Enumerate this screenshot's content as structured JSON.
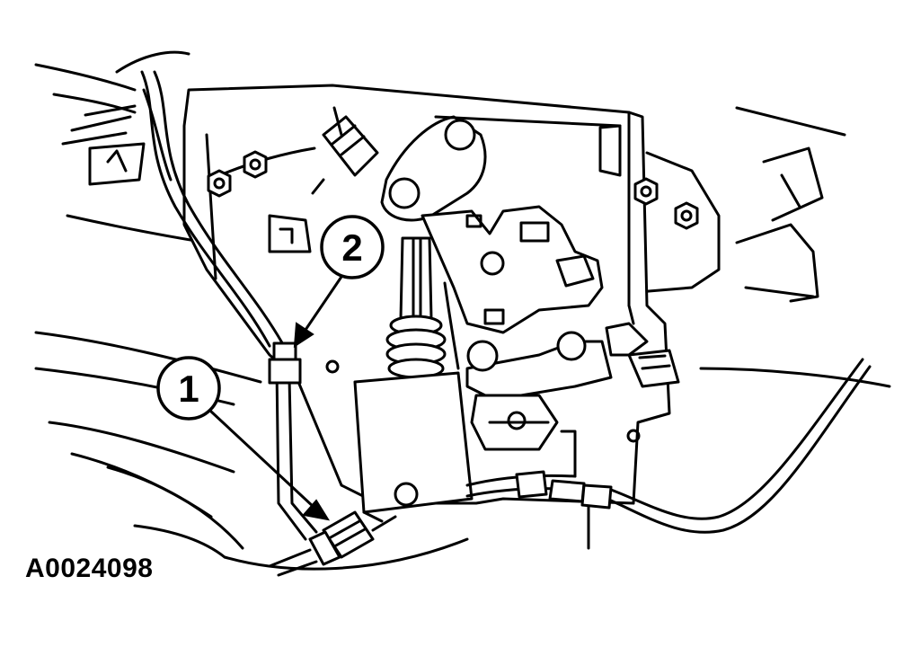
{
  "figure_id": "A0024098",
  "callouts": [
    {
      "number": "1"
    },
    {
      "number": "2"
    }
  ],
  "colors": {
    "ink": "#000000",
    "paper": "#ffffff"
  }
}
